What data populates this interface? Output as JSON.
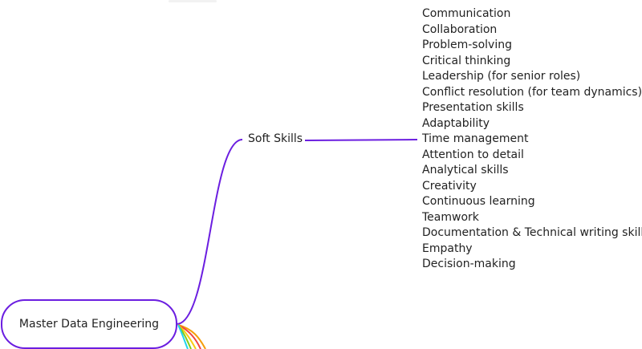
{
  "root": {
    "label": "Master Data Engineering"
  },
  "branch": {
    "label": "Soft Skills"
  },
  "leaves": [
    "Communication",
    "Collaboration",
    "Problem-solving",
    "Critical thinking",
    "Leadership (for senior roles)",
    "Conflict resolution (for team dynamics)",
    "Presentation skills",
    "Adaptability",
    "Time management",
    "Attention to detail",
    "Analytical skills",
    "Creativity",
    "Continuous learning",
    "Teamwork",
    "Documentation & Technical writing skills",
    "Empathy",
    "Decision-making"
  ],
  "colors": {
    "accent": "#6b1ee0",
    "branch_colors": [
      "#f59e0b",
      "#ef4444",
      "#facc15",
      "#84cc16",
      "#22d3ee"
    ]
  }
}
